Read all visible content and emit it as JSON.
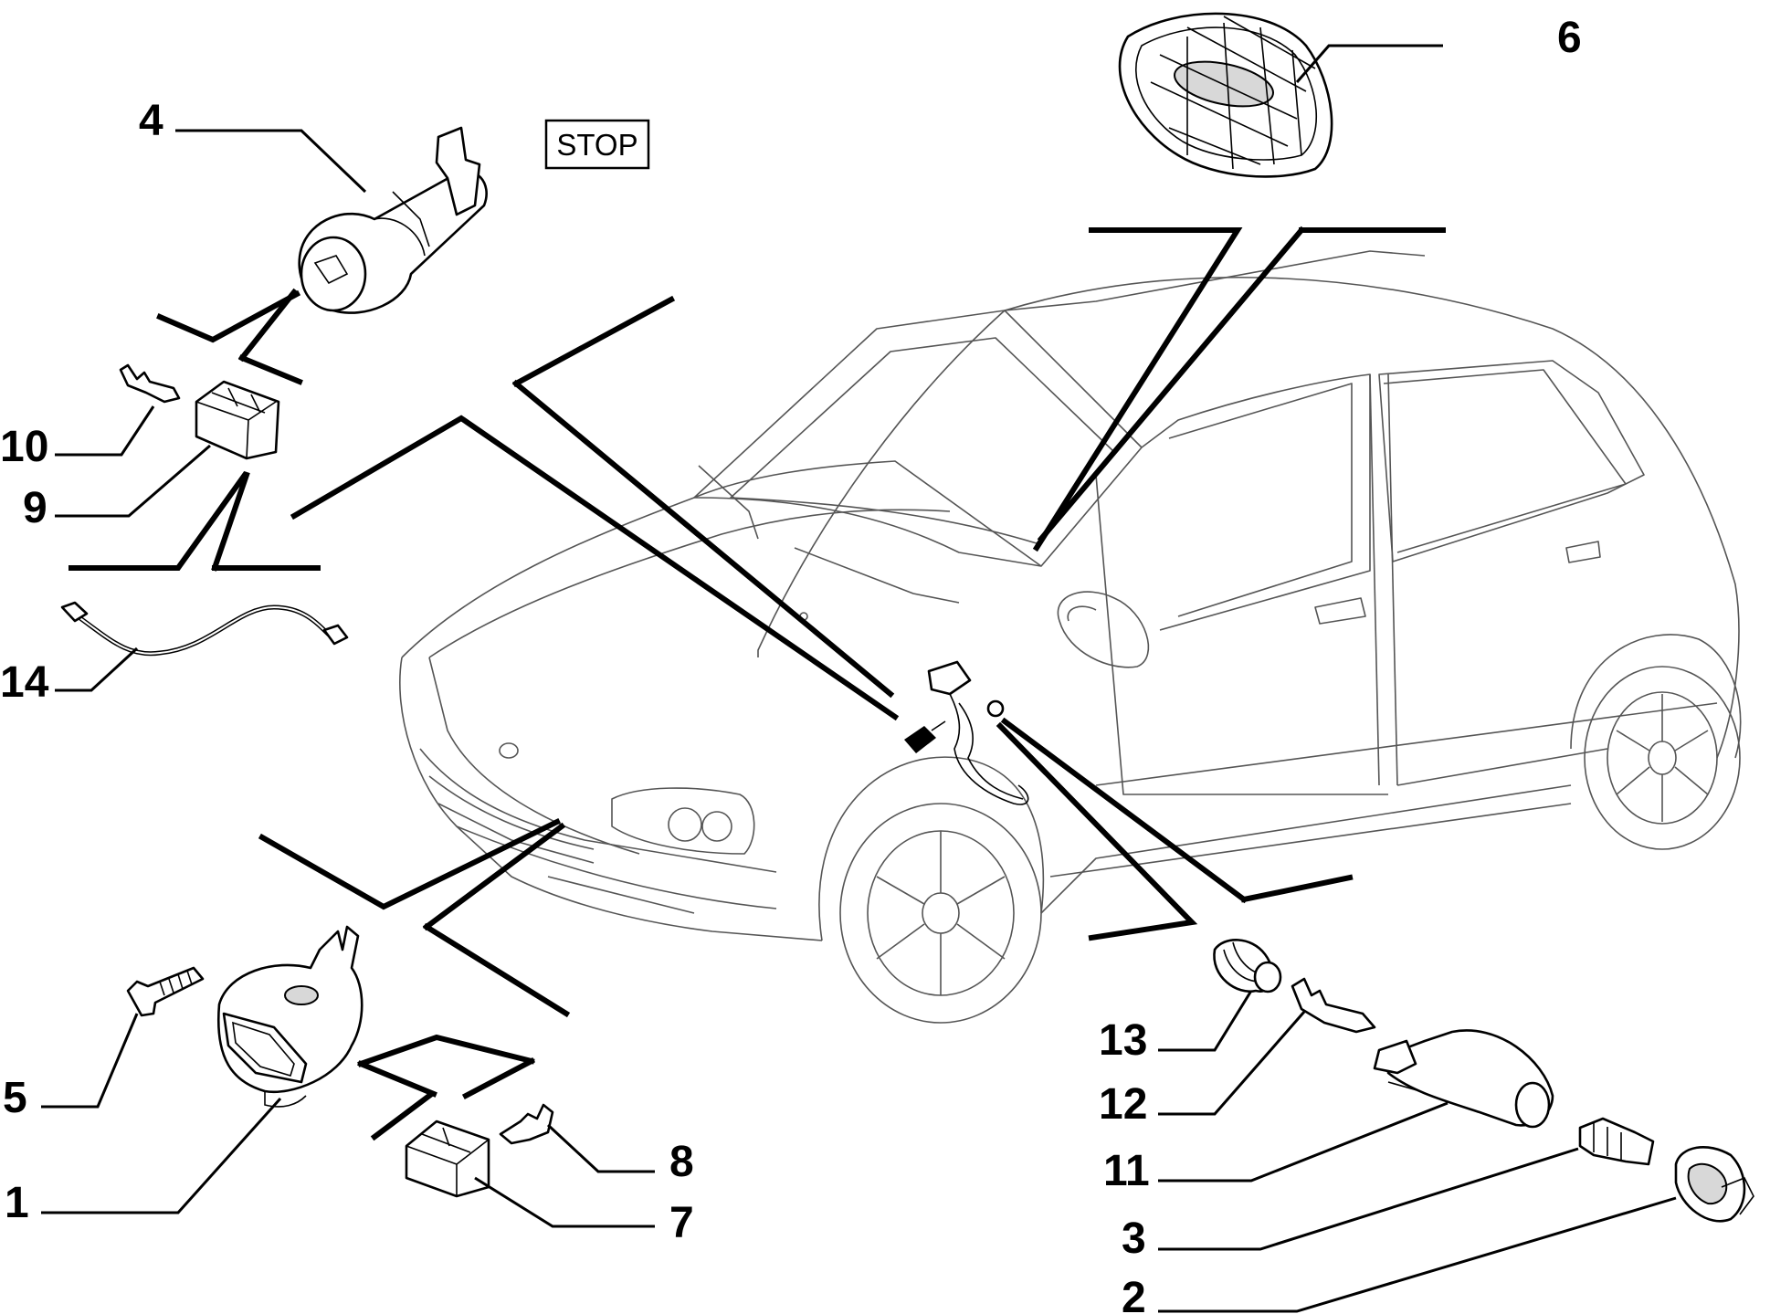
{
  "badge": {
    "text": "STOP"
  },
  "callouts": {
    "c1": "1",
    "c2": "2",
    "c3": "3",
    "c4": "4",
    "c5": "5",
    "c6": "6",
    "c7": "7",
    "c8": "8",
    "c9": "9",
    "c10": "10",
    "c11": "11",
    "c12": "12",
    "c13": "13",
    "c14": "14"
  },
  "colors": {
    "ink": "#000000",
    "car_outline": "#555555",
    "background": "#ffffff"
  }
}
